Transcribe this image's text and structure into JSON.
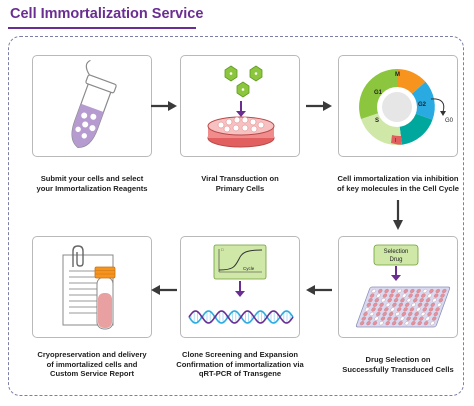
{
  "title": "Cell Immortalization Service",
  "colors": {
    "title": "#6a2d91",
    "frame": "#7b7fa6",
    "arrow": "#3a3a3a",
    "purple_arrow": "#6a2d91",
    "virus": "#8cc63f",
    "dish": "#e15f5f",
    "phase_m": "#f7941d",
    "phase_g1": "#8cc63f",
    "phase_g2": "#00a79d",
    "phase_s": "#29abe2",
    "tube_liquid": "#e8a0a0"
  },
  "steps": [
    {
      "caption": "Submit your cells and select\nyour Immortalization Reagents",
      "icon": "tube-with-cells-icon"
    },
    {
      "caption": "Viral Transduction on\nPrimary Cells",
      "icon": "virus-and-dish-icon"
    },
    {
      "caption": "Cell immortalization via inhibition\nof key molecules in the Cell Cycle",
      "icon": "cell-cycle-icon"
    },
    {
      "caption": "Drug Selection on\nSuccessfully Transduced Cells",
      "icon": "well-plate-icon"
    },
    {
      "caption": "Clone Screening and Expansion\nConfirmation of immortalization via\nqRT-PCR of Transgene",
      "icon": "pcr-dna-icon"
    },
    {
      "caption": "Cryopreservation and delivery\nof immortalized cells and\nCustom Service Report",
      "icon": "report-and-vial-icon"
    }
  ],
  "cell_cycle": {
    "m": "M",
    "g1": "G1",
    "s": "S",
    "g2": "G2",
    "g0": "G0",
    "i": "I"
  },
  "selection": {
    "line1": "Selection",
    "line2": "Drug"
  },
  "pcr": {
    "axis_label": "Cycle"
  }
}
